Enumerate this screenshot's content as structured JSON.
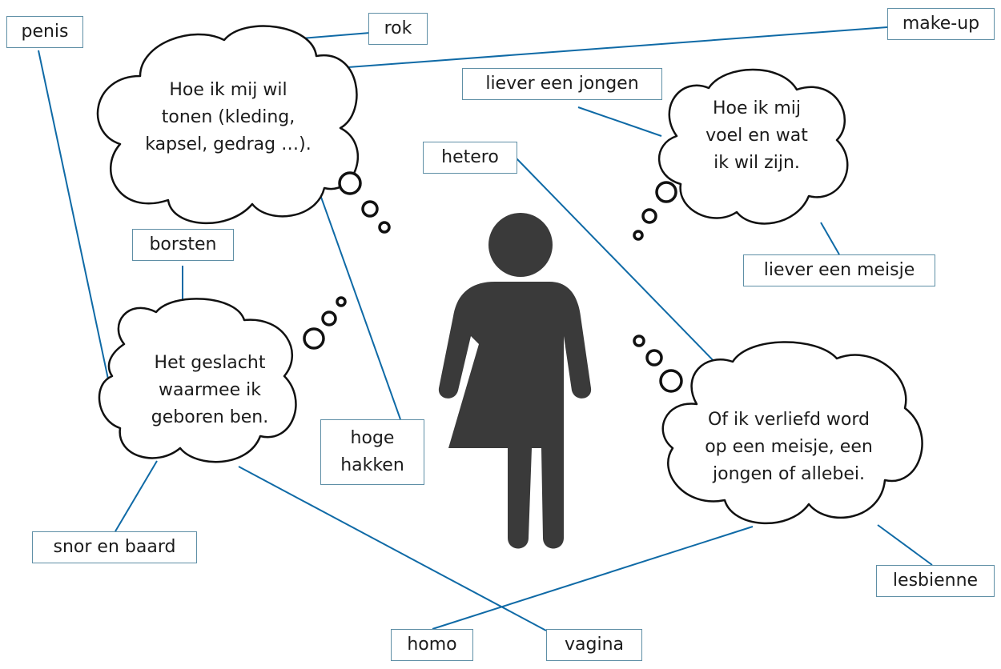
{
  "colors": {
    "line": "#0f6aa6",
    "box_border": "#5f8fa6",
    "cloud_stroke": "#111111",
    "figure": "#3a3a3a",
    "text": "#1c1c1c"
  },
  "icons": [
    "thought-cloud-icon",
    "gender-figure-icon"
  ],
  "clouds": {
    "expression": [
      "Hoe ik mij wil",
      "tonen (kleding,",
      "kapsel, gedrag …)."
    ],
    "identity": [
      "Hoe ik mij",
      "voel en wat",
      "ik wil zijn."
    ],
    "sex": [
      "Het geslacht",
      "waarmee ik",
      "geboren ben."
    ],
    "orientation": [
      "Of ik verliefd word",
      "op een meisje, een",
      "jongen of allebei."
    ]
  },
  "labels": {
    "penis": "penis",
    "rok": "rok",
    "make_up": "make-up",
    "liever_jongen": "liever een jongen",
    "hetero": "hetero",
    "borsten": "borsten",
    "liever_meisje": "liever een meisje",
    "hoge_hakken": [
      "hoge",
      "hakken"
    ],
    "snor_baard": "snor en baard",
    "lesbienne": "lesbienne",
    "homo": "homo",
    "vagina": "vagina"
  }
}
